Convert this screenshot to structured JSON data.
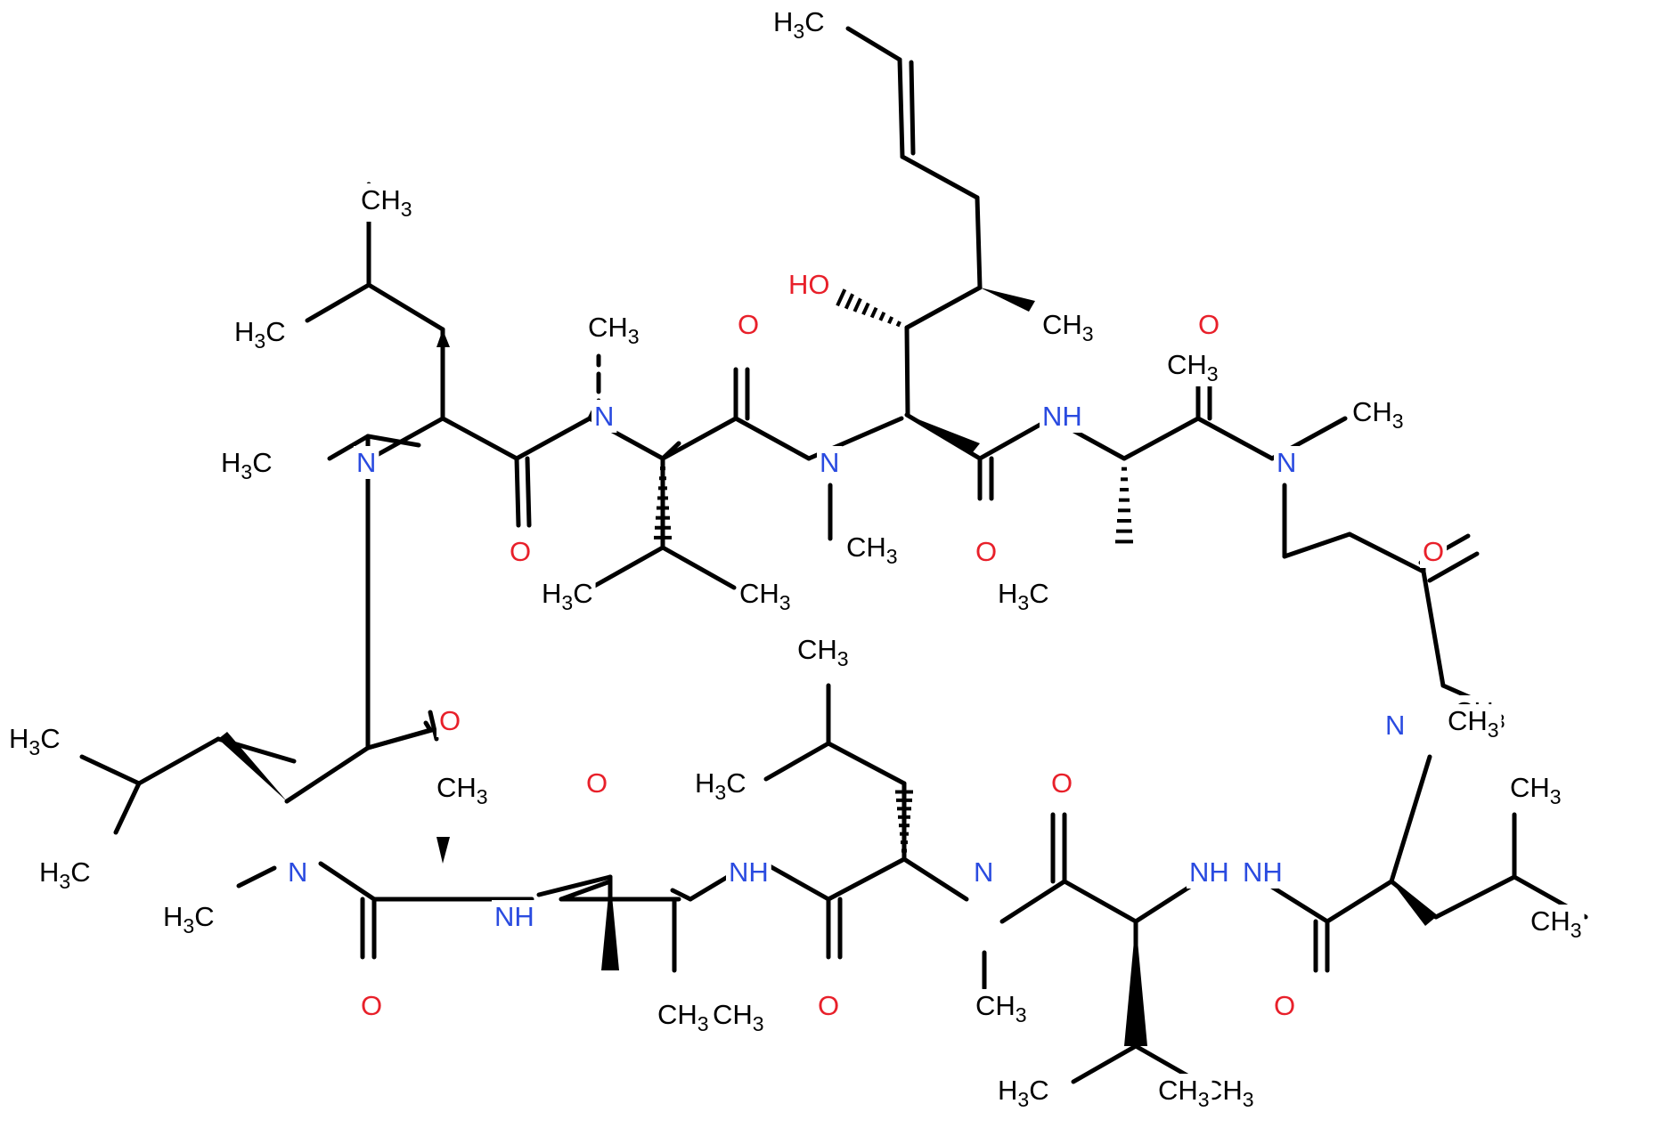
{
  "colors": {
    "carbon": "#000000",
    "oxygen": "#e8202a",
    "nitrogen": "#2a4be0"
  },
  "labels": {
    "methyls": [
      "H3C",
      "CH3",
      "H3C",
      "CH3",
      "H3C",
      "CH3",
      "CH3",
      "H3C",
      "CH3",
      "CH3",
      "H3C",
      "CH3",
      "CH3",
      "H3C",
      "CH3",
      "CH3",
      "H3C",
      "CH3",
      "CH3",
      "H3C",
      "H3C",
      "CH3",
      "CH3",
      "CH3",
      "CH3",
      "H3C",
      "CH3",
      "CH3",
      "CH3"
    ],
    "oxygens": [
      "O",
      "O",
      "O",
      "O",
      "O",
      "O",
      "O",
      "O",
      "O",
      "O",
      "O",
      "HO"
    ],
    "nitrogens": [
      "N",
      "N",
      "N",
      "NH",
      "N",
      "N",
      "N",
      "N",
      "NH",
      "NH",
      "NH",
      "NH"
    ]
  }
}
